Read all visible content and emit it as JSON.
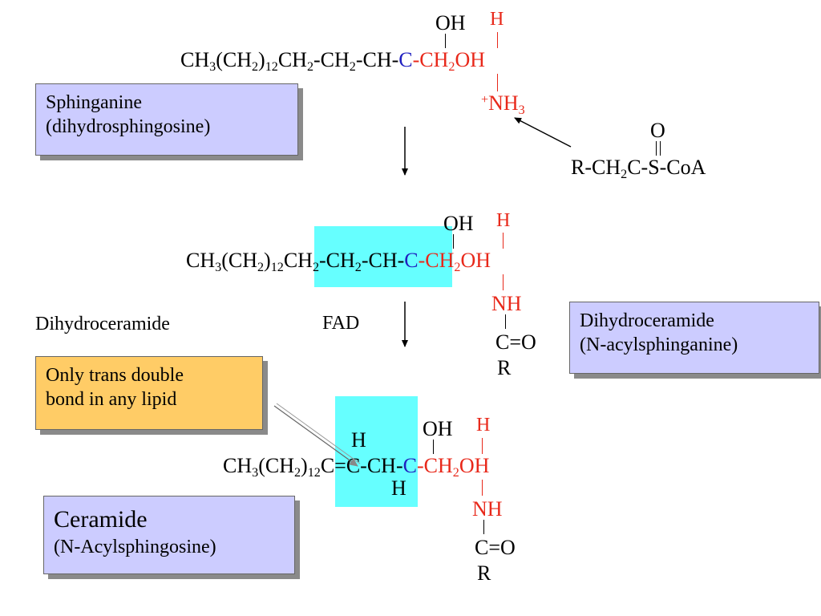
{
  "sphinganine": {
    "oh": "OH",
    "h": "H",
    "chain_prefix": "CH",
    "chain_3": "3",
    "chain_mid": "(CH",
    "chain_2a": "2",
    "chain_close": ")",
    "chain_12": "12",
    "seg1": "CH",
    "seg1_sub": "2",
    "seg2": "-CH",
    "seg2_sub": "2",
    "seg3": "-CH-",
    "c": "C",
    "dash": "-",
    "ch2oh": "CH",
    "ch2oh_sub": "2",
    "ch2oh_tail": "OH",
    "nh3_plus": "+",
    "nh3": "NH",
    "nh3_sub": "3",
    "box_line1": "Sphinganine",
    "box_line2": "(dihydrosphingosine)"
  },
  "acyl_coa": {
    "o": "O",
    "lead": "R-CH",
    "lead_sub": "2",
    "tail": "C-S-CoA"
  },
  "dihydroceramide": {
    "oh": "OH",
    "h": "H",
    "nh": "NH",
    "co": "C=O",
    "r": "R",
    "left_label": "Dihydroceramide",
    "fad": "FAD",
    "box_line1": "Dihydroceramide",
    "box_line2": "(N-acylsphinganine)"
  },
  "ceramide": {
    "oh": "OH",
    "h_red": "H",
    "h_top": "H",
    "h_bottom": "H",
    "dbl": "C=C",
    "tail": "-CH-",
    "nh": "NH",
    "co": "C=O",
    "r": "R",
    "note_line1": "Only trans double",
    "note_line2": "bond in any lipid",
    "box_line1": "Ceramide",
    "box_line2": "(N-Acylsphingosine)"
  },
  "colors": {
    "red": "#e8281a",
    "blue": "#2020c0",
    "lavender": "#ccccff",
    "orange": "#ffcc66",
    "cyan": "#66ffff"
  }
}
